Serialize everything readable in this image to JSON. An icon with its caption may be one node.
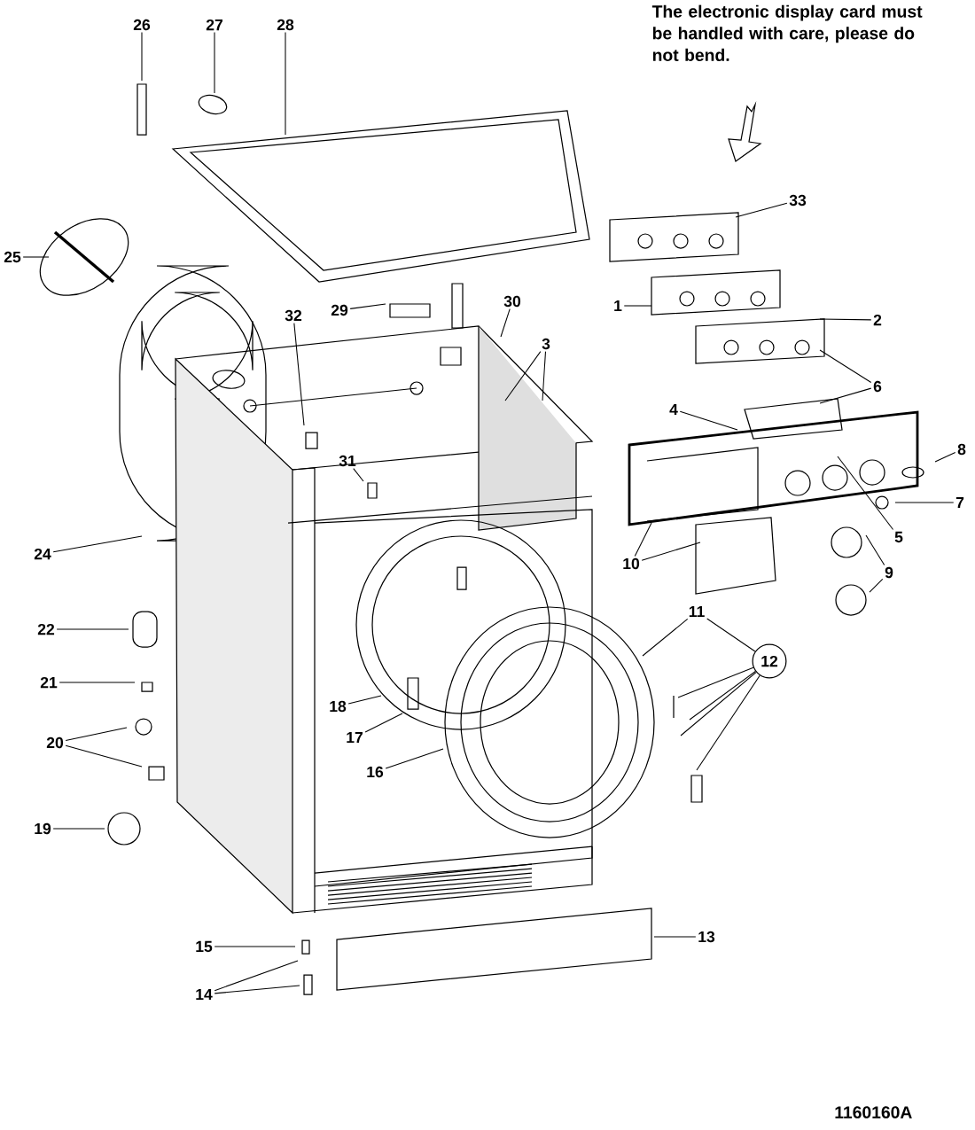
{
  "diagram": {
    "nodes": [
      {
        "text": [
          "26"
        ]
      },
      {
        "text": [
          "27"
        ]
      },
      {
        "text": [
          "28"
        ]
      },
      {
        "text": [
          "25"
        ]
      },
      {
        "text": [
          "33"
        ]
      },
      {
        "text": [
          "29"
        ]
      },
      {
        "text": [
          "32"
        ]
      },
      {
        "text": [
          "30"
        ]
      },
      {
        "text": [
          "1"
        ]
      },
      {
        "text": [
          "2"
        ]
      },
      {
        "text": [
          "3"
        ]
      },
      {
        "text": [
          "6"
        ]
      },
      {
        "text": [
          "4"
        ]
      },
      {
        "text": [
          "8"
        ]
      },
      {
        "text": [
          "31"
        ]
      },
      {
        "text": [
          "7"
        ]
      },
      {
        "text": [
          "5"
        ]
      },
      {
        "text": [
          "24"
        ]
      },
      {
        "text": [
          "10"
        ]
      },
      {
        "text": [
          "9"
        ]
      },
      {
        "text": [
          "11"
        ]
      },
      {
        "text": [
          "22"
        ]
      },
      {
        "text": [
          "12"
        ]
      },
      {
        "text": [
          "21"
        ]
      },
      {
        "text": [
          "18"
        ]
      },
      {
        "text": [
          "17"
        ]
      },
      {
        "text": [
          "20"
        ]
      },
      {
        "text": [
          "16"
        ]
      },
      {
        "text": [
          "19"
        ]
      },
      {
        "text": [
          "15"
        ]
      },
      {
        "text": [
          "13"
        ]
      },
      {
        "text": [
          "14"
        ]
      }
    ],
    "edges": [
      {
        "from": 0,
        "to": null,
        "arrow": "none"
      },
      {
        "from": 1,
        "to": null,
        "arrow": "none"
      },
      {
        "from": 2,
        "to": null,
        "arrow": "none"
      },
      {
        "from": 3,
        "to": null,
        "arrow": "none"
      },
      {
        "from": 4,
        "to": null,
        "arrow": "none"
      },
      {
        "from": 5,
        "to": null,
        "arrow": "none"
      },
      {
        "from": 6,
        "to": null,
        "arrow": "none"
      },
      {
        "from": 7,
        "to": null,
        "arrow": "none"
      },
      {
        "from": 8,
        "to": null,
        "arrow": "none"
      },
      {
        "from": 9,
        "to": null,
        "arrow": "none"
      },
      {
        "from": 10,
        "to": null,
        "arrow": "none"
      },
      {
        "from": 10,
        "to": null,
        "arrow": "none"
      },
      {
        "from": 11,
        "to": null,
        "arrow": "none"
      },
      {
        "from": 11,
        "to": null,
        "arrow": "none"
      },
      {
        "from": 12,
        "to": null,
        "arrow": "none"
      },
      {
        "from": 13,
        "to": null,
        "arrow": "none"
      },
      {
        "from": 14,
        "to": null,
        "arrow": "none"
      },
      {
        "from": 15,
        "to": null,
        "arrow": "none"
      },
      {
        "from": 16,
        "to": null,
        "arrow": "none"
      },
      {
        "from": 17,
        "to": null,
        "arrow": "none"
      },
      {
        "from": 18,
        "to": null,
        "arrow": "none"
      },
      {
        "from": 18,
        "to": null,
        "arrow": "none"
      },
      {
        "from": 19,
        "to": null,
        "arrow": "none"
      },
      {
        "from": 19,
        "to": null,
        "arrow": "none"
      },
      {
        "from": 20,
        "to": null,
        "arrow": "none"
      },
      {
        "from": 20,
        "to": 22,
        "arrow": "none"
      },
      {
        "from": 21,
        "to": null,
        "arrow": "none"
      },
      {
        "from": 22,
        "to": null,
        "arrow": "none"
      },
      {
        "from": 22,
        "to": null,
        "arrow": "none"
      },
      {
        "from": 22,
        "to": null,
        "arrow": "none"
      },
      {
        "from": 22,
        "to": null,
        "arrow": "none"
      },
      {
        "from": 23,
        "to": null,
        "arrow": "none"
      },
      {
        "from": 24,
        "to": null,
        "arrow": "none"
      },
      {
        "from": 25,
        "to": null,
        "arrow": "none"
      },
      {
        "from": 26,
        "to": null,
        "arrow": "none"
      },
      {
        "from": 26,
        "to": null,
        "arrow": "none"
      },
      {
        "from": 27,
        "to": null,
        "arrow": "none"
      },
      {
        "from": 28,
        "to": null,
        "arrow": "none"
      },
      {
        "from": 29,
        "to": null,
        "arrow": "none"
      },
      {
        "from": 30,
        "to": null,
        "arrow": "none"
      },
      {
        "from": 31,
        "to": null,
        "arrow": "none"
      },
      {
        "from": 31,
        "to": null,
        "arrow": "none"
      }
    ],
    "labels": [
      "The electronic display card must be handled with care, please do not bend.",
      "1160160A"
    ]
  }
}
